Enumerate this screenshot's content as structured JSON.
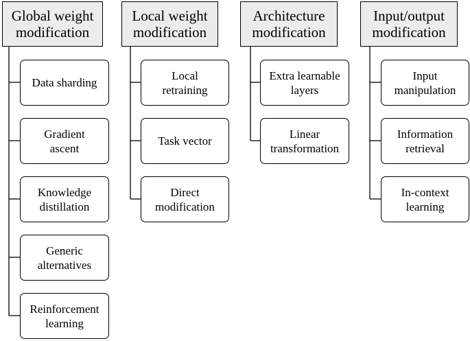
{
  "columns": [
    {
      "header": "Global weight\nmodification",
      "items": [
        "Data sharding",
        "Gradient\nascent",
        "Knowledge\ndistillation",
        "Generic\nalternatives",
        "Reinforcement\nlearning"
      ]
    },
    {
      "header": "Local weight\nmodification",
      "items": [
        "Local\nretraining",
        "Task vector",
        "Direct\nmodification"
      ]
    },
    {
      "header": "Architecture\nmodification",
      "items": [
        "Extra learnable\nlayers",
        "Linear\ntransformation"
      ]
    },
    {
      "header": "Input/output\nmodification",
      "items": [
        "Input\nmanipulation",
        "Information\nretrieval",
        "In-context\nlearning"
      ]
    }
  ]
}
